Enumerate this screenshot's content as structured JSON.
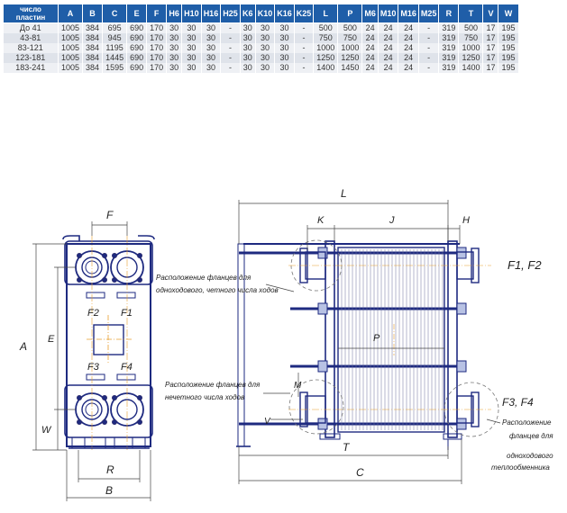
{
  "table": {
    "headers": [
      "число пластин",
      "A",
      "B",
      "C",
      "E",
      "F",
      "H6",
      "H10",
      "H16",
      "H25",
      "K6",
      "K10",
      "K16",
      "K25",
      "L",
      "P",
      "M6",
      "M10",
      "M16",
      "M25",
      "R",
      "T",
      "V",
      "W"
    ],
    "rows": [
      [
        "До 41",
        "1005",
        "384",
        "695",
        "690",
        "170",
        "30",
        "30",
        "30",
        "-",
        "30",
        "30",
        "30",
        "-",
        "500",
        "500",
        "24",
        "24",
        "24",
        "-",
        "319",
        "500",
        "17",
        "195"
      ],
      [
        "43-81",
        "1005",
        "384",
        "945",
        "690",
        "170",
        "30",
        "30",
        "30",
        "-",
        "30",
        "30",
        "30",
        "-",
        "750",
        "750",
        "24",
        "24",
        "24",
        "-",
        "319",
        "750",
        "17",
        "195"
      ],
      [
        "83-121",
        "1005",
        "384",
        "1195",
        "690",
        "170",
        "30",
        "30",
        "30",
        "-",
        "30",
        "30",
        "30",
        "-",
        "1000",
        "1000",
        "24",
        "24",
        "24",
        "-",
        "319",
        "1000",
        "17",
        "195"
      ],
      [
        "123-181",
        "1005",
        "384",
        "1445",
        "690",
        "170",
        "30",
        "30",
        "30",
        "-",
        "30",
        "30",
        "30",
        "-",
        "1250",
        "1250",
        "24",
        "24",
        "24",
        "-",
        "319",
        "1250",
        "17",
        "195"
      ],
      [
        "183-241",
        "1005",
        "384",
        "1595",
        "690",
        "170",
        "30",
        "30",
        "30",
        "-",
        "30",
        "30",
        "30",
        "-",
        "1400",
        "1450",
        "24",
        "24",
        "24",
        "-",
        "319",
        "1400",
        "17",
        "195"
      ]
    ]
  },
  "drawing": {
    "dims": {
      "F": "F",
      "A": "A",
      "E": "E",
      "W": "W",
      "R": "R",
      "B": "B",
      "L": "L",
      "K": "K",
      "J": "J",
      "H": "H",
      "P": "P",
      "M": "M",
      "V": "V",
      "T": "T",
      "C": "C"
    },
    "port_labels": {
      "F1": "F1",
      "F2": "F2",
      "F3": "F3",
      "F4": "F4"
    },
    "callouts": {
      "top_right": "F1, F2",
      "bottom_right": "F3, F4"
    },
    "notes": {
      "even_line1": "Расположение фланцев для",
      "even_line2": "одноходового, четного числа ходов",
      "odd_line1": "Расположение фланцев для",
      "odd_line2": "нечетного числа ходов",
      "single_line1": "Расположение",
      "single_line2": "фланцев для",
      "single_line3": "одноходового",
      "single_line4": "теплообменника"
    }
  }
}
